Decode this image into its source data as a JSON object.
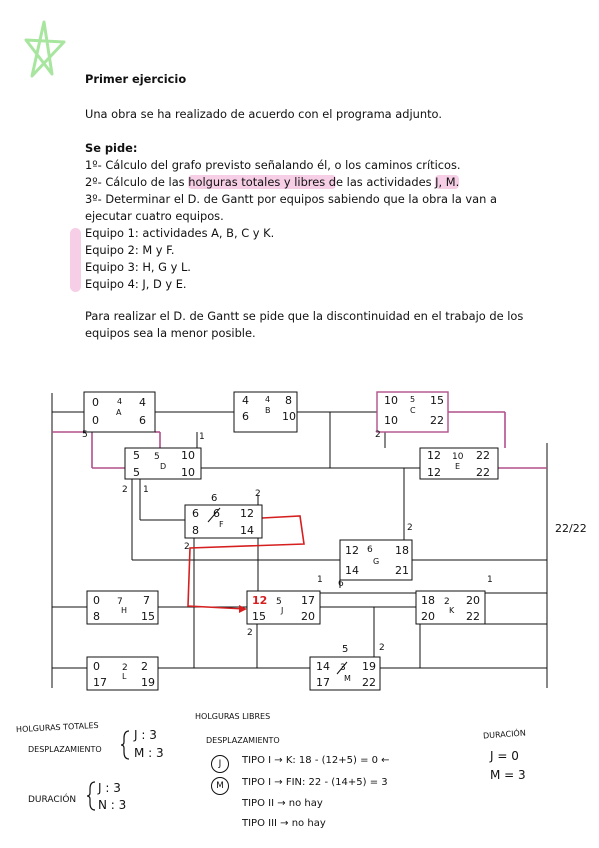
{
  "header": {
    "title": "Primer ejercicio",
    "intro": "Una obra se ha realizado de acuerdo con el programa adjunto.",
    "se_pide": "Se pide:",
    "item1": "1º- Cálculo del grafo previsto señalando él, o los caminos críticos.",
    "item2_a": "2º- Cálculo de las ",
    "item2_hl1": "holguras totales y libres d",
    "item2_b": "e las actividades ",
    "item2_hl2": "J, M.",
    "item3_a": "3º- Determinar el D. de Gantt por equipos sabiendo que la obra la van a",
    "item3_b": "ejecutar cuatro equipos.",
    "equipo1": "Equipo 1: actividades A, B, C y K.",
    "equipo2": "Equipo 2: M y F.",
    "equipo3": "Equipo 3: H, G y L.",
    "equipo4": "Equipo 4: J, D y E.",
    "para_a": "Para realizar el D. de Gantt se pide que la discontinuidad en el trabajo de los",
    "para_b": "equipos sea la menor posible."
  },
  "colors": {
    "highlight": "#f6cfe6",
    "critical": "#b0508a",
    "red": "#d62020",
    "star": "#a8e6a0"
  },
  "nodes": {
    "A": {
      "letter": "A",
      "dur": "4",
      "es": "0",
      "ef": "4",
      "ls": "0",
      "lf": "6"
    },
    "B": {
      "letter": "B",
      "dur": "4",
      "es": "4",
      "ef": "8",
      "ls": "6",
      "lf": "10"
    },
    "C": {
      "letter": "C",
      "dur": "5",
      "es": "10",
      "ef": "15",
      "ls": "10",
      "lf": "22"
    },
    "D": {
      "letter": "D",
      "dur": "5",
      "es": "5",
      "ef": "10",
      "ls": "5",
      "lf": "10"
    },
    "E": {
      "letter": "E",
      "dur": "10",
      "es": "12",
      "ef": "22",
      "ls": "12",
      "lf": "22"
    },
    "F": {
      "letter": "F",
      "dur": "6",
      "es": "6",
      "ef": "12",
      "ls": "8",
      "lf": "14",
      "above": "6"
    },
    "G": {
      "letter": "G",
      "dur": "6",
      "es": "12",
      "ef": "18",
      "ls": "14",
      "lf": "21"
    },
    "H": {
      "letter": "H",
      "dur": "7",
      "es": "0",
      "ef": "7",
      "ls": "8",
      "lf": "15"
    },
    "J": {
      "letter": "J",
      "dur": "5",
      "es": "12",
      "ef": "17",
      "ls": "15",
      "lf": "20"
    },
    "K": {
      "letter": "K",
      "dur": "2",
      "es": "18",
      "ef": "20",
      "ls": "20",
      "lf": "22"
    },
    "L": {
      "letter": "L",
      "dur": "2",
      "es": "0",
      "ef": "2",
      "ls": "17",
      "lf": "19"
    },
    "M": {
      "letter": "M",
      "dur": "3",
      "es": "14",
      "ef": "19",
      "ls": "17",
      "lf": "22",
      "above": "5"
    }
  },
  "link_labels": {
    "a_in": "5",
    "b_out": "1",
    "c_in": "2",
    "d_in": "2",
    "d_out": "1",
    "f_above": "2",
    "f_in": "2",
    "g_above": "2",
    "g_in": "6",
    "j_out": "1",
    "j_below": "2",
    "k_above": "1",
    "m_above": "2"
  },
  "project_end": "22/22",
  "notes": {
    "holg_totales": "HOLGURAS TOTALES",
    "desplazamiento": "DESPLAZAMIENTO",
    "dt_j": "J : 3",
    "dt_m": "M : 3",
    "duracion_label": "DURACIÓN",
    "dur_j": "J : 3",
    "dur_m": "N : 3",
    "holg_libres": "HOLGURAS LIBRES",
    "desp_libres": "DESPLAZAMIENTO",
    "circ_j": "J",
    "line_j": "TIPO I → K: 18 - (12+5) = 0 ←",
    "circ_m": "M",
    "line_m": "TIPO I → FIN: 22 - (14+5) = 3",
    "line_tipo2": "TIPO II → no hay",
    "line_tipo3": "TIPO III → no hay",
    "dur_right_label": "DURACIÓN",
    "dur_right_j": "J = 0",
    "dur_right_m": "M = 3"
  }
}
